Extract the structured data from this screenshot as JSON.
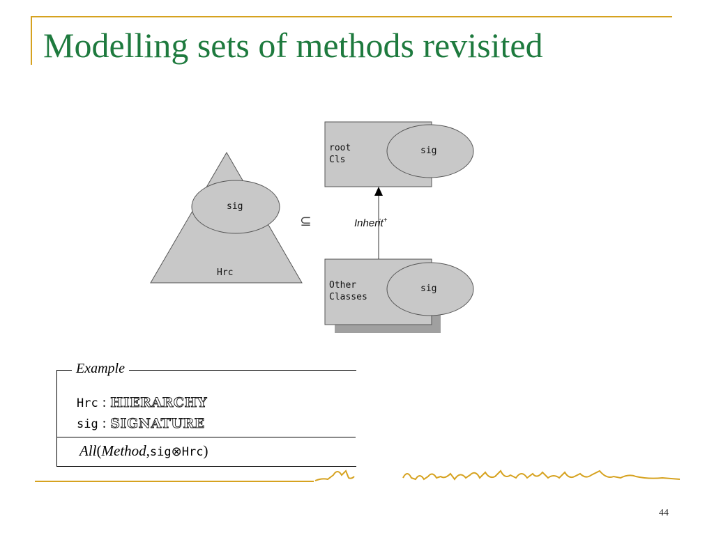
{
  "slide": {
    "title": "Modelling sets of methods revisited",
    "page_number": "44"
  },
  "diagram": {
    "triangle_sig": "sig",
    "triangle_label": "Hrc",
    "subset_symbol": "⊆",
    "inherit_label": "Inherit",
    "inherit_sup": "+",
    "root_label_line1": "root",
    "root_label_line2": "Cls",
    "root_sig": "sig",
    "other_label_line1": "Other",
    "other_label_line2": "Classes",
    "other_sig": "sig"
  },
  "example": {
    "title": "Example",
    "line1_var": "Hrc",
    "line1_colon": ":",
    "line1_type": "HIERARCHY",
    "line2_var": "sig",
    "line2_colon": ":",
    "line2_type": "SIGNATURE",
    "formula_all": "All",
    "formula_open": "(",
    "formula_method": "Method",
    "formula_comma": ",",
    "formula_sig": "sig",
    "formula_otimes": "⊗",
    "formula_hrc": "Hrc",
    "formula_close": ")"
  },
  "colors": {
    "title_green": "#1e7a3e",
    "accent_gold": "#d6a21f",
    "shape_fill": "#c8c8c8",
    "shadow": "#a0a0a0"
  }
}
